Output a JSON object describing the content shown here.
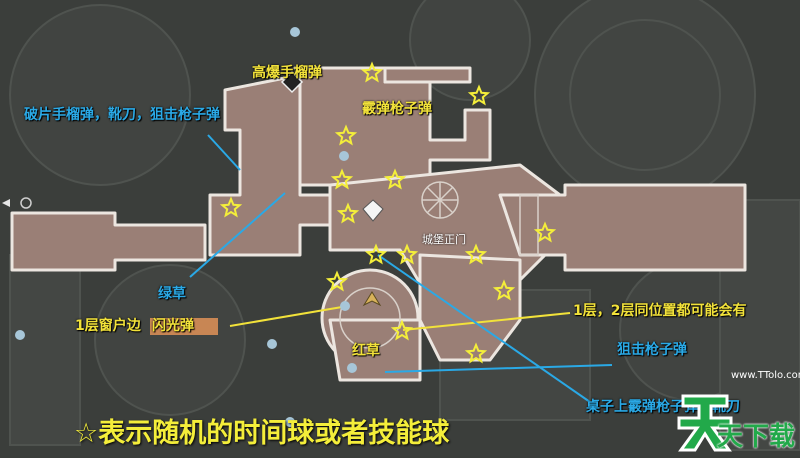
{
  "labels": {
    "grenade_he": "高爆手榴弹",
    "frag_knife_sniper": "破片手榴弹，靴刀，狙击枪子弹",
    "shotgun_ammo": "霰弹枪子弹",
    "castle_gate": "城堡正门",
    "green_herb": "绿草",
    "flash_window": "1层窗户边",
    "flash_grenade": "闪光弹",
    "floors_note": "1层，2层同位置都可能会有",
    "red_herb": "红草",
    "sniper_ammo": "狙击枪子弹",
    "table_items": "桌子上霰弹枪子弹，靴刀",
    "legend": "☆表示随机的时间球或者技能球"
  },
  "watermark": {
    "site": "www.TTolo.com",
    "logo_text": "天下载"
  },
  "icons": {
    "star": "star-icon",
    "treasure": "diamond-icon",
    "player": "player-arrow-icon",
    "herb": "herb-icon"
  },
  "colors": {
    "label_yellow": "#f2e23a",
    "label_blue": "#2aa9e6",
    "floor": "#9a7f76",
    "wall": "#e8e2dc",
    "background": "#3a3d3a",
    "watermark_green": "#22a94a"
  }
}
